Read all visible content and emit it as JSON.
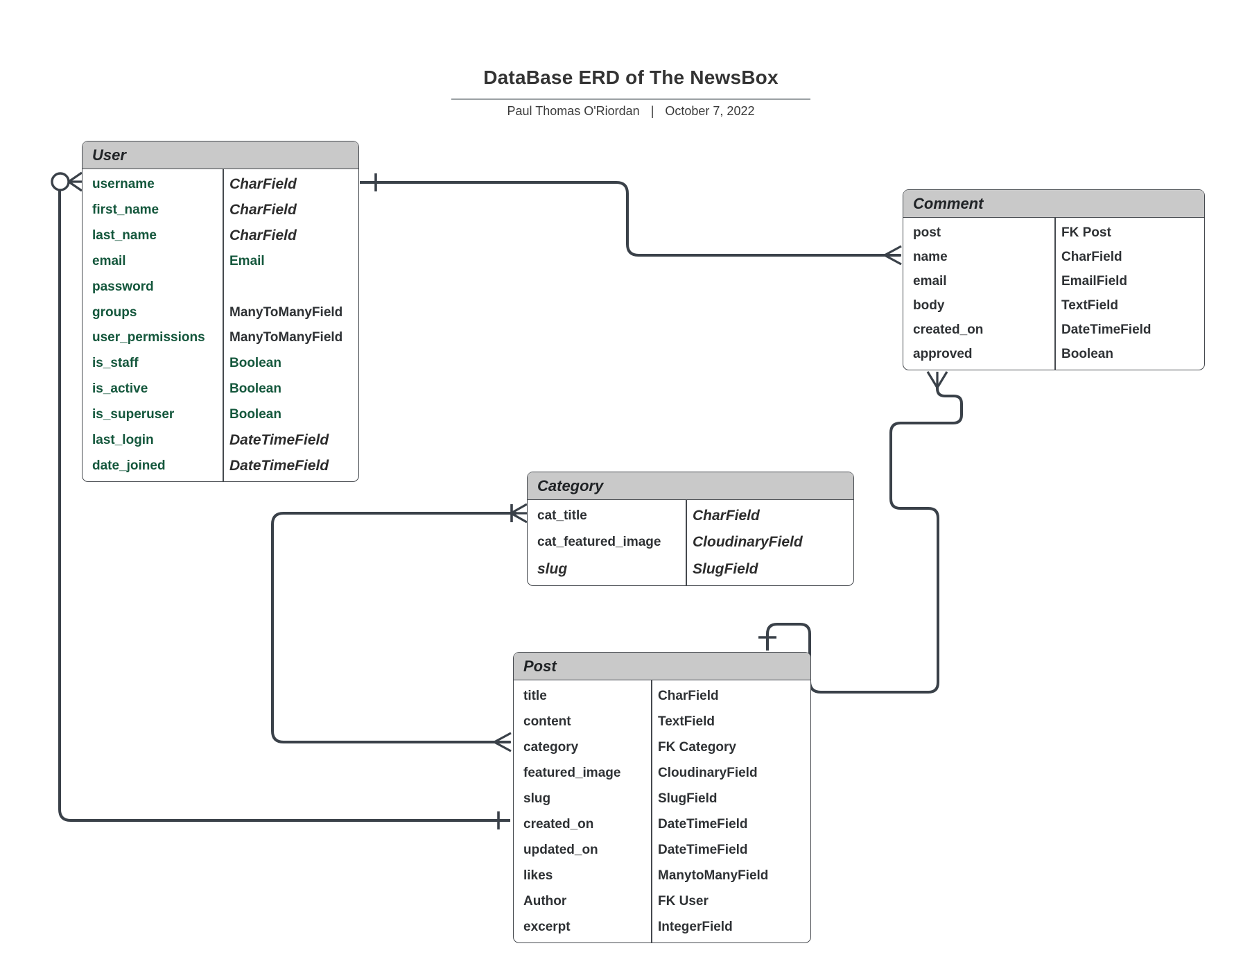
{
  "header": {
    "title": "DataBase ERD of The NewsBox",
    "byline": "Paul Thomas O'Riordan",
    "separator": "|",
    "date": "October 7, 2022"
  },
  "colors": {
    "accent_green": "#14573c",
    "dark_text": "#2e3134",
    "wire": "#3a4149",
    "table_header_bg": "#c9c9c9"
  },
  "tables": [
    {
      "id": "user",
      "name": "User",
      "rows": [
        {
          "field": "username",
          "fs": "green",
          "type": "CharField",
          "ts": "italic"
        },
        {
          "field": "first_name",
          "fs": "green",
          "type": "CharField",
          "ts": "italic"
        },
        {
          "field": "last_name",
          "fs": "green",
          "type": "CharField",
          "ts": "italic"
        },
        {
          "field": "email",
          "fs": "green",
          "type": "Email",
          "ts": "green"
        },
        {
          "field": "password",
          "fs": "green",
          "type": "",
          "ts": ""
        },
        {
          "field": "groups",
          "fs": "green",
          "type": "ManyToManyField",
          "ts": ""
        },
        {
          "field": "user_permissions",
          "fs": "green",
          "type": "ManyToManyField",
          "ts": ""
        },
        {
          "field": "is_staff",
          "fs": "green",
          "type": "Boolean",
          "ts": "green"
        },
        {
          "field": "is_active",
          "fs": "green",
          "type": "Boolean",
          "ts": "green"
        },
        {
          "field": "is_superuser",
          "fs": "green",
          "type": "Boolean",
          "ts": "green"
        },
        {
          "field": "last_login",
          "fs": "green",
          "type": "DateTimeField",
          "ts": "italic"
        },
        {
          "field": "date_joined",
          "fs": "green",
          "type": "DateTimeField",
          "ts": "italic"
        }
      ]
    },
    {
      "id": "comment",
      "name": "Comment",
      "rows": [
        {
          "field": "post",
          "fs": "",
          "type": "FK Post",
          "ts": ""
        },
        {
          "field": "name",
          "fs": "",
          "type": "CharField",
          "ts": ""
        },
        {
          "field": "email",
          "fs": "",
          "type": "EmailField",
          "ts": ""
        },
        {
          "field": "body",
          "fs": "",
          "type": "TextField",
          "ts": ""
        },
        {
          "field": "created_on",
          "fs": "",
          "type": "DateTimeField",
          "ts": ""
        },
        {
          "field": "approved",
          "fs": "",
          "type": "Boolean",
          "ts": ""
        }
      ]
    },
    {
      "id": "category",
      "name": "Category",
      "rows": [
        {
          "field": "cat_title",
          "fs": "",
          "type": "CharField",
          "ts": "italic"
        },
        {
          "field": "cat_featured_image",
          "fs": "",
          "type": "CloudinaryField",
          "ts": "italic"
        },
        {
          "field": "slug",
          "fs": "italic",
          "type": "SlugField",
          "ts": "italic"
        }
      ]
    },
    {
      "id": "post",
      "name": "Post",
      "rows": [
        {
          "field": "title",
          "fs": "",
          "type": "CharField",
          "ts": ""
        },
        {
          "field": "content",
          "fs": "",
          "type": "TextField",
          "ts": ""
        },
        {
          "field": "category",
          "fs": "",
          "type": "FK Category",
          "ts": ""
        },
        {
          "field": "featured_image",
          "fs": "",
          "type": "CloudinaryField",
          "ts": ""
        },
        {
          "field": "slug",
          "fs": "",
          "type": "SlugField",
          "ts": ""
        },
        {
          "field": "created_on",
          "fs": "",
          "type": "DateTimeField",
          "ts": ""
        },
        {
          "field": "updated_on",
          "fs": "",
          "type": "DateTimeField",
          "ts": ""
        },
        {
          "field": "likes",
          "fs": "",
          "type": "ManytoManyField",
          "ts": ""
        },
        {
          "field": "Author",
          "fs": "",
          "type": "FK User",
          "ts": ""
        },
        {
          "field": "excerpt",
          "fs": "",
          "type": "IntegerField",
          "ts": ""
        }
      ]
    }
  ],
  "relationships": [
    {
      "from": "User.username",
      "from_marker": "zero-or-many",
      "to": "Post.created_on",
      "to_marker": "one"
    },
    {
      "from": "User.username",
      "from_marker": "one",
      "to": "Comment.name",
      "to_marker": "many"
    },
    {
      "from": "Comment.approved",
      "from_marker": "many",
      "to": "Post",
      "to_marker": "one"
    },
    {
      "from": "Category.cat_title",
      "from_marker": "one-or-many",
      "to": "Post.category",
      "to_marker": "many"
    }
  ]
}
